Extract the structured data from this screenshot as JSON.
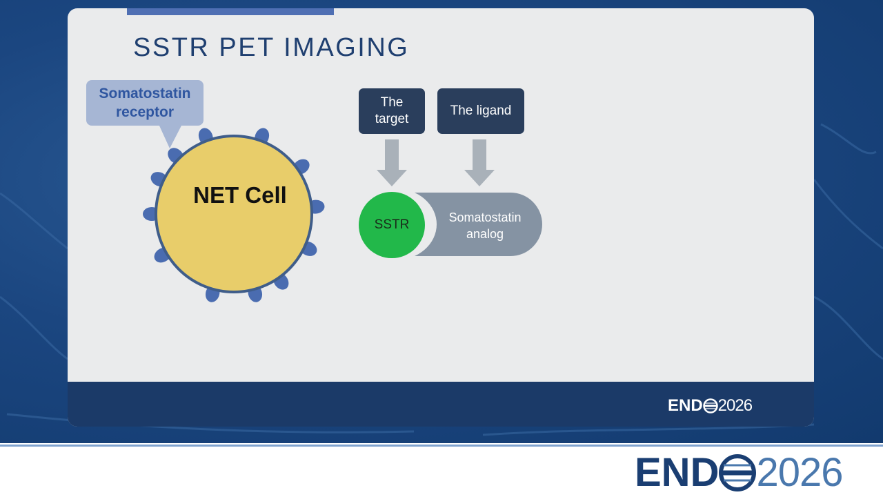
{
  "slide": {
    "title": "SSTR PET IMAGING"
  },
  "callout": {
    "line1": "Somatostatin",
    "line2": "receptor"
  },
  "cell": {
    "label": "NET Cell"
  },
  "boxes": {
    "target_line1": "The",
    "target_line2": "target",
    "ligand": "The ligand"
  },
  "complex": {
    "receptor_label": "SSTR",
    "analog_line1": "Somatostatin",
    "analog_line2": "analog"
  },
  "branding": {
    "endo": "END",
    "year": "2026"
  },
  "colors": {
    "cell_fill": "#e8cd6a",
    "receptor_blue": "#4a6cb0",
    "sstr_green": "#22b84a",
    "box_navy": "#2a3e5c",
    "analog_gray": "#8593a3"
  }
}
